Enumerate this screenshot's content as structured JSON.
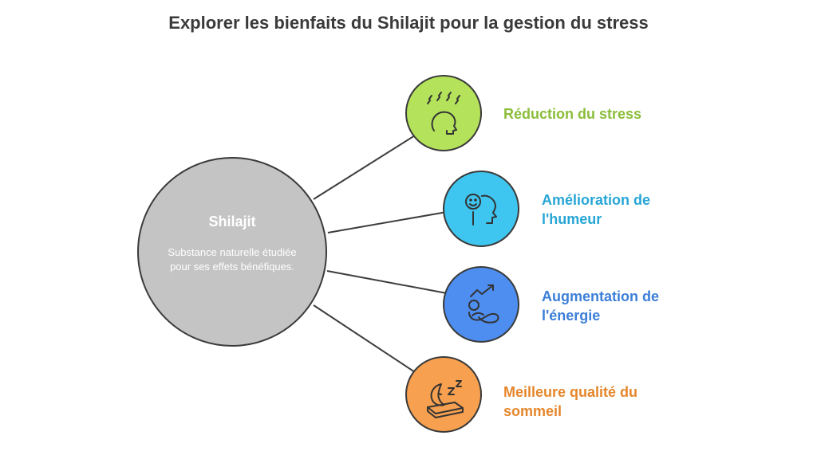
{
  "title": "Explorer les bienfaits du Shilajit pour la gestion du stress",
  "hub": {
    "title": "Shilajit",
    "description": "Substance naturelle étudiée pour ses effets bénéfiques."
  },
  "benefits": [
    {
      "label": "Réduction du stress",
      "color": "#8bbd3a",
      "fill": "#b4e35b",
      "icon": "stressed-head-icon"
    },
    {
      "label": "Amélioration de l'humeur",
      "color": "#27a6d6",
      "fill": "#3fc6f0",
      "icon": "smiling-head-icon"
    },
    {
      "label": "Augmentation de l'énergie",
      "color": "#3c7fd8",
      "fill": "#4d8ef0",
      "icon": "energy-growth-icon"
    },
    {
      "label": "Meilleure qualité du sommeil",
      "color": "#e5862c",
      "fill": "#f7a04f",
      "icon": "sleeping-moon-icon"
    }
  ],
  "colors": {
    "hub_fill": "#c4c4c4",
    "connector": "#3d3d3d",
    "title_text": "#3a3a3a"
  }
}
